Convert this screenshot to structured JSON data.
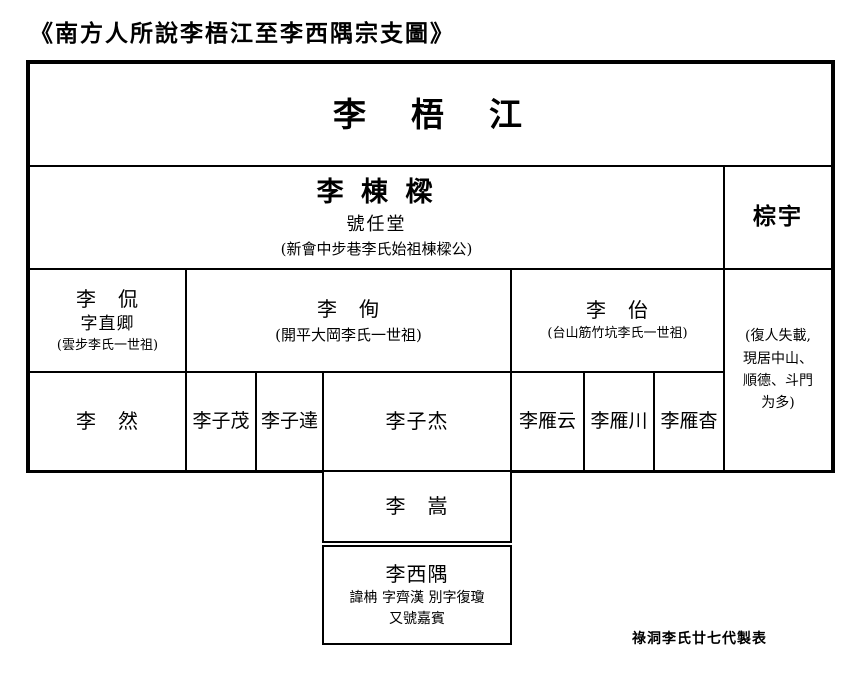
{
  "title": "《南方人所說李梧江至李西隅宗支圖》",
  "footer": "祿洞李氏廿七代製表",
  "nodes": {
    "wujiang": {
      "name": "李　梧　江"
    },
    "dongliang": {
      "name": "李 棟 樑",
      "alias": "號任堂",
      "note": "(新會中步巷李氏始祖棟樑公)"
    },
    "zongyu": {
      "name": "棕宇"
    },
    "kan": {
      "name": "李　侃",
      "alias": "字直卿",
      "note": "(雲步李氏一世祖)"
    },
    "xun": {
      "name": "李　侚",
      "note": "(開平大岡李氏一世祖)"
    },
    "yi": {
      "name": "李　佁",
      "note": "(台山筋竹坑李氏一世祖)"
    },
    "lost": {
      "lines": [
        "(復人失載,",
        "現居中山、",
        "順德、斗門",
        "为多)"
      ]
    },
    "ran": {
      "name": "李　然"
    },
    "zimao": {
      "name": "李子茂"
    },
    "zida": {
      "name": "李子達"
    },
    "zijie": {
      "name": "李子杰"
    },
    "yanyun": {
      "name": "李雁云"
    },
    "yanchuan": {
      "name": "李雁川"
    },
    "yanyao": {
      "name": "李雁杳"
    },
    "song": {
      "name": "李　嵩"
    },
    "xiyu": {
      "name": "李西隅",
      "alias": "諱柟  字齊漢  別字復瓊",
      "alias2": "又號嘉賓"
    }
  },
  "colors": {
    "border": "#000000",
    "background": "#ffffff",
    "text": "#000000"
  }
}
